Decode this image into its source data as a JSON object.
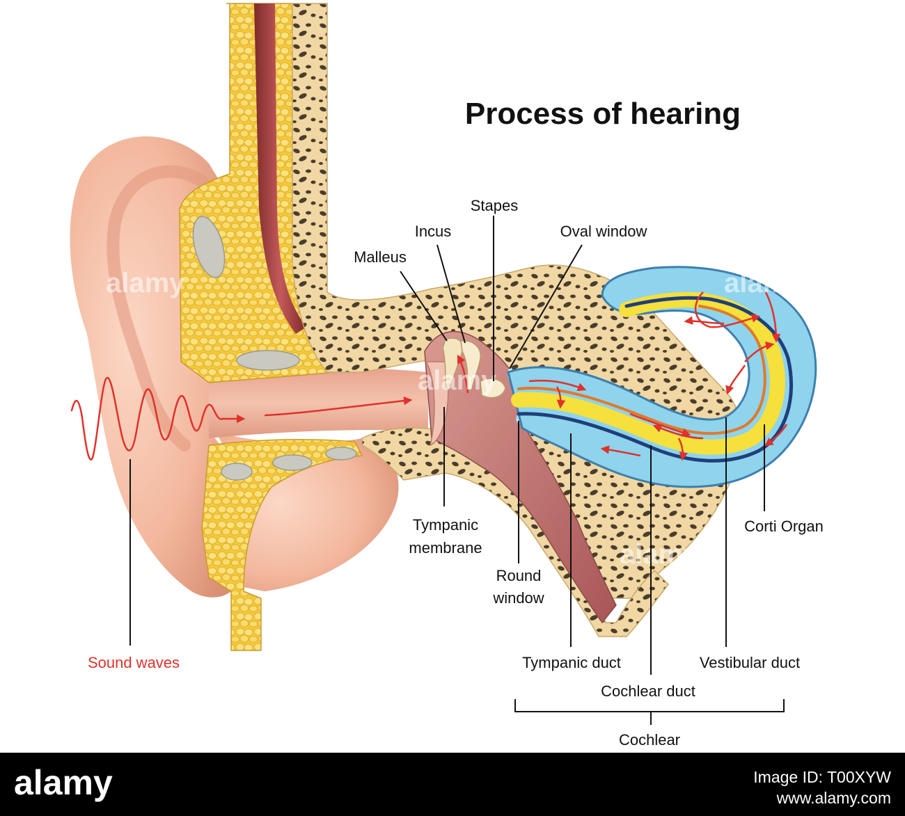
{
  "title": "Process of hearing",
  "labels": {
    "sound_waves": "Sound waves",
    "tympanic_membrane_1": "Tympanic",
    "tympanic_membrane_2": "membrane",
    "round_window_1": "Round",
    "round_window_2": "window",
    "malleus": "Malleus",
    "incus": "Incus",
    "stapes": "Stapes",
    "oval_window": "Oval window",
    "corti_organ": "Corti Organ",
    "tympanic_duct": "Tympanic duct",
    "vestibular_duct": "Vestibular duct",
    "cochlear_duct": "Cochlear duct",
    "cochlear": "Cochlear"
  },
  "watermark": "alamy",
  "stock_bar": {
    "brand": "alamy",
    "image_id": "Image ID: T00XYW",
    "site": "www.alamy.com"
  },
  "colors": {
    "sound_wave": "#e0312b",
    "skin": "#f0b49a",
    "bone": "#f1d9a6",
    "fat": "#f7cf47",
    "cochlea_fluid": "#8fd3ec",
    "cochlea_core": "#f5e03c",
    "cochlea_membrane": "#1f3f7a",
    "canal": "#b86a6a",
    "stock_bar": "#000000"
  }
}
